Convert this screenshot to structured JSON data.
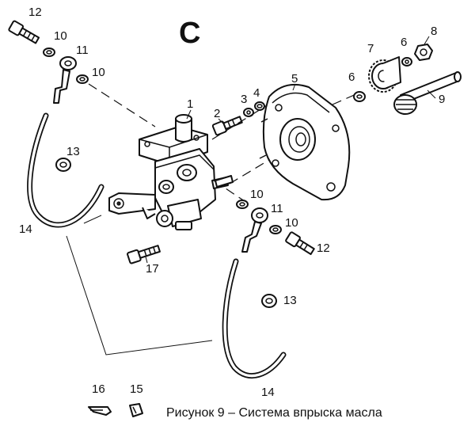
{
  "diagram": {
    "section_letter": "C",
    "caption": "Рисунок 9 – Система впрыска масла",
    "part_labels": {
      "p1": "1",
      "p2": "2",
      "p3": "3",
      "p4": "4",
      "p5": "5",
      "p6a": "6",
      "p6b": "6",
      "p7": "7",
      "p8": "8",
      "p9": "9",
      "p10a": "10",
      "p10b": "10",
      "p10c": "10",
      "p10d": "10",
      "p11a": "11",
      "p11b": "11",
      "p12a": "12",
      "p12b": "12",
      "p13a": "13",
      "p13b": "13",
      "p14a": "14",
      "p14b": "14",
      "p15": "15",
      "p16": "16",
      "p17": "17"
    }
  }
}
